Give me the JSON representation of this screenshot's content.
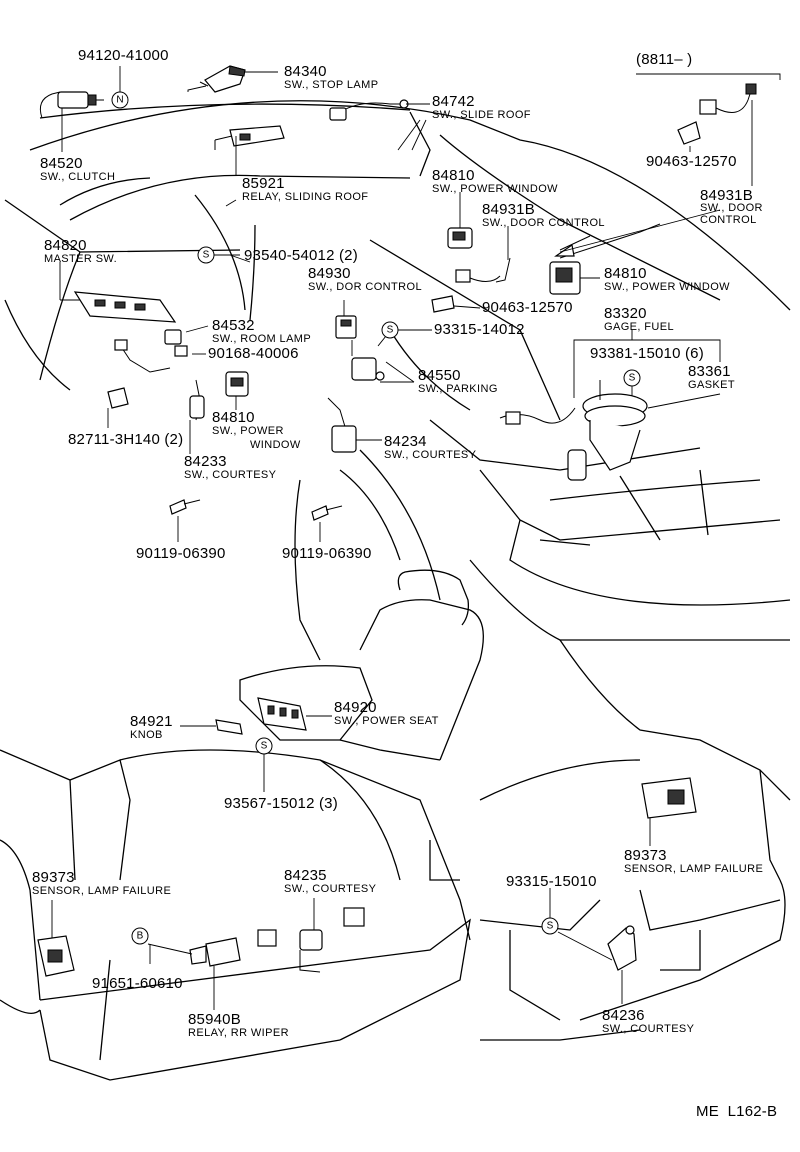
{
  "diagram_id": "ME  L162-B",
  "parts": {
    "p94120": {
      "number": "94120-41000"
    },
    "p84340": {
      "number": "84340",
      "name": "SW., STOP LAMP"
    },
    "p84742": {
      "number": "84742",
      "name": "SW., SLIDE  ROOF"
    },
    "p84520": {
      "number": "84520",
      "name": "SW., CLUTCH"
    },
    "p85921": {
      "number": "85921",
      "name": "RELAY, SLIDING ROOF"
    },
    "p84810a": {
      "number": "84810",
      "name": "SW., POWER WINDOW"
    },
    "p84931b": {
      "number": "84931B",
      "name": "SW., DOOR CONTROL"
    },
    "p84820": {
      "number": "84820",
      "name": "MASTER SW."
    },
    "p93540": {
      "number": "93540-54012 (2)"
    },
    "p84930": {
      "number": "84930",
      "name": "SW., DOR  CONTROL"
    },
    "p84532": {
      "number": "84532",
      "name": "SW., ROOM LAMP"
    },
    "p90168": {
      "number": "90168-40006"
    },
    "p93315a": {
      "number": "93315-14012"
    },
    "p90463a": {
      "number": "90463-12570"
    },
    "p84550": {
      "number": "84550",
      "name": "SW., PARKING"
    },
    "p82711": {
      "number": "82711-3H140 (2)"
    },
    "p84810b": {
      "number": "84810",
      "name_line1": "SW., POWER",
      "name_line2": "WINDOW"
    },
    "p84234": {
      "number": "84234",
      "name": "SW., COURTESY"
    },
    "p84233": {
      "number": "84233",
      "name": "SW., COURTESY"
    },
    "p90119a": {
      "number": "90119-06390"
    },
    "p90119b": {
      "number": "90119-06390"
    },
    "p8811": {
      "label": "(8811–          )"
    },
    "p90463b": {
      "number": "90463-12570"
    },
    "p84931b2": {
      "number": "84931B",
      "name_line1": "SW., DOOR",
      "name_line2": "CONTROL"
    },
    "p84810c": {
      "number": "84810",
      "name": "SW., POWER WINDOW"
    },
    "p83320": {
      "number": "83320",
      "name": "GAGE, FUEL"
    },
    "p93381": {
      "number": "93381-15010 (6)"
    },
    "p83361": {
      "number": "83361",
      "name": "GASKET"
    },
    "p84920": {
      "number": "84920",
      "name": "SW., POWER SEAT"
    },
    "p84921": {
      "number": "84921",
      "name": "KNOB"
    },
    "p93567": {
      "number": "93567-15012 (3)"
    },
    "p89373a": {
      "number": "89373",
      "name": "SENSOR, LAMP FAILURE"
    },
    "p84235": {
      "number": "84235",
      "name": "SW., COURTESY"
    },
    "p91651": {
      "number": "91651-60610"
    },
    "p85940b": {
      "number": "85940B",
      "name": "RELAY, RR WIPER"
    },
    "p89373b": {
      "number": "89373",
      "name": "SENSOR, LAMP FAILURE"
    },
    "p93315b": {
      "number": "93315-15010"
    },
    "p84236": {
      "number": "84236",
      "name": "SW., COURTESY"
    }
  },
  "symbols": {
    "s": "S",
    "n": "N",
    "b": "B"
  }
}
